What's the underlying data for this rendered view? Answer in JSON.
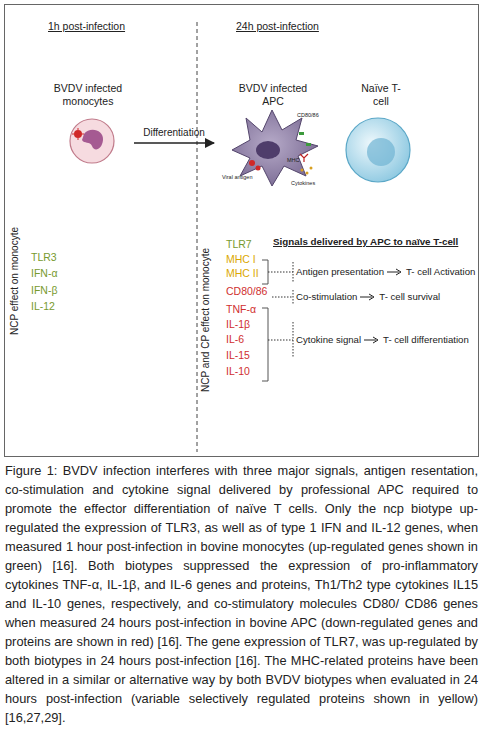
{
  "diagram": {
    "caption": "Figure 1: BVDV infection interferes with three major signals, antigen resentation, co-stimulation and cytokine signal delivered by professional APC required to promote the effector differentiation of naïve T cells. Only the ncp biotype up-regulated the expression of TLR3, as well as of type 1 IFN and IL-12 genes, when measured 1 hour post-infection in bovine monocytes (up-regulated genes shown in green) [16]. Both biotypes suppressed the expression of pro-inflammatory cytokines TNF-α, IL-1β, and IL-6 genes and proteins, Th1/Th2 type cytokines IL15 and IL-10 genes, respectively, and co-stimulatory molecules CD80/ CD86 genes when measured 24 hours post-infection in bovine APC (down-regulated genes and proteins are shown in red) [16]. The gene expression of TLR7, was up-regulated by both biotypes in 24 hours post-infection [16]. The MHC-related proteins have been altered in a similar or alternative way by both BVDV biotypes when evaluated in 24 hours post-infection (variable selectively regulated proteins shown in yellow) [16,27,29].",
    "nodes": [
      {
        "text": [
          "BVDV infected monocytes"
        ]
      },
      {
        "text": [
          "BVDV infected APC"
        ]
      },
      {
        "text": [
          "Naïve T-cell"
        ]
      }
    ],
    "edges": [
      {
        "from": 0,
        "to": 1,
        "label": "Differentiation",
        "arrow": "to"
      }
    ],
    "labels": [
      "1h post-infection",
      "24h post-infection",
      "CD80/86",
      "MHC",
      "Viral antigen",
      "Cytokines",
      "NCP effect on monocyte",
      "TLR3",
      "IFN-α",
      "IFN-β",
      "IL-12",
      "NCP and CP effect on monocyte",
      "TLR7",
      "MHC I",
      "MHC II",
      "CD80/86",
      "TNF-α",
      "IL-1β",
      "IL-6",
      "IL-15",
      "IL-10",
      "Signals delivered by APC to naïve T-cell",
      "Antigen presentation",
      "T- cell Activation",
      "Co-stimulation",
      "T- cell survival",
      "Cytokine signal",
      "T- cell differentiation"
    ]
  }
}
